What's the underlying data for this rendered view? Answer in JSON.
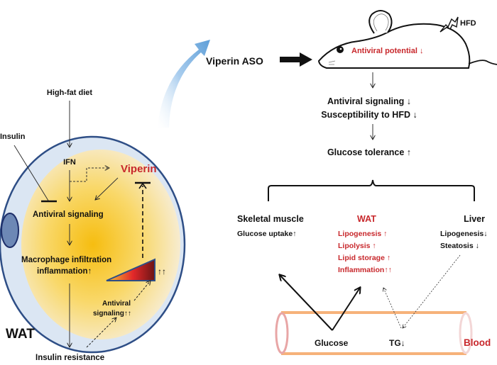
{
  "colors": {
    "accent_red": "#c8282c",
    "text": "#111111",
    "cell_outline": "#2e4e86",
    "cell_membrane": "#dbe6f3",
    "cell_core": "#f7c322",
    "vessel": "#f6b27a",
    "vessel_end": "#e8a6a6",
    "arrow_blue": "#6aa6dc"
  },
  "left_panel": {
    "tissue_label": "WAT",
    "high_fat_diet": "High-fat diet",
    "insulin": "Insulin",
    "ifn": "IFN",
    "viperin": "Viperin",
    "antiviral_signaling": "Antiviral signaling",
    "macrophage_line1": "Macrophage infiltration",
    "macrophage_line2": "inflammation↑",
    "double_up": "↑↑",
    "antiviral_small_line1": "Antiviral",
    "antiviral_small_line2": "signaling↑↑",
    "insulin_resistance": "Insulin resistance"
  },
  "right_panel": {
    "viperin_aso": "Viperin ASO",
    "hfd": "HFD",
    "antiviral_potential": "Antiviral potential ↓",
    "antiviral_signaling_down": "Antiviral signaling ↓",
    "susceptibility": "Susceptibility to HFD ↓",
    "glucose_tolerance": "Glucose tolerance ↑",
    "organs": {
      "skeletal_muscle": {
        "title": "Skeletal muscle",
        "effects": [
          "Glucose uptake↑"
        ]
      },
      "wat": {
        "title": "WAT",
        "effects": [
          "Lipogenesis ↑",
          "Lipolysis ↑",
          "Lipid storage ↑",
          "Inflammation↑↑"
        ]
      },
      "liver": {
        "title": "Liver",
        "effects": [
          "Lipogenesis↓",
          "Steatosis ↓"
        ]
      }
    },
    "blood": {
      "label": "Blood",
      "glucose": "Glucose",
      "tg": "TG↓"
    }
  }
}
